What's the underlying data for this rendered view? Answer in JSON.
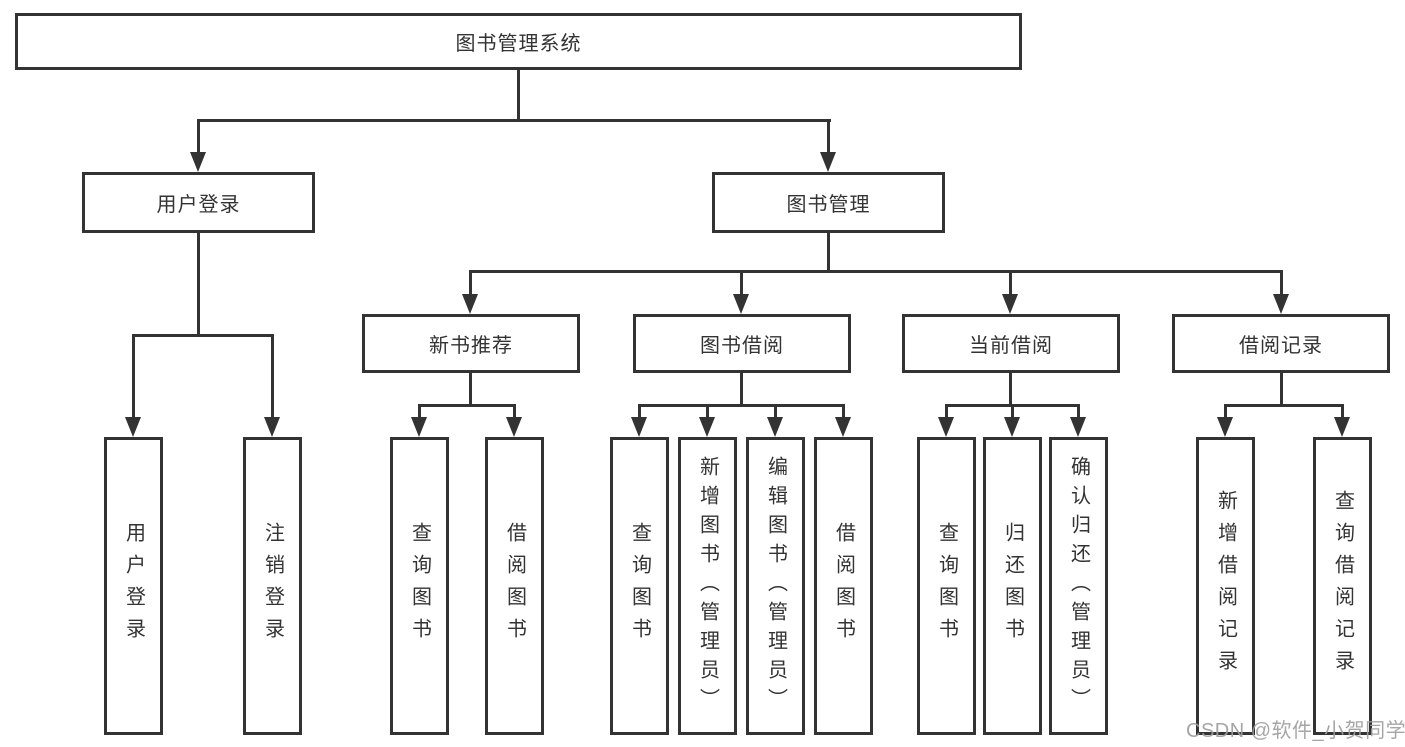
{
  "diagram_title": "图书管理系统",
  "tree": {
    "label": "图书管理系统",
    "children": [
      {
        "label": "用户登录",
        "children": [
          {
            "label": "用户登录"
          },
          {
            "label": "注销登录"
          }
        ]
      },
      {
        "label": "图书管理",
        "children": [
          {
            "label": "新书推荐",
            "children": [
              {
                "label": "查询图书"
              },
              {
                "label": "借阅图书"
              }
            ]
          },
          {
            "label": "图书借阅",
            "children": [
              {
                "label": "查询图书"
              },
              {
                "label": "新增图书（管理员）"
              },
              {
                "label": "编辑图书（管理员）"
              },
              {
                "label": "借阅图书"
              }
            ]
          },
          {
            "label": "当前借阅",
            "children": [
              {
                "label": "查询图书"
              },
              {
                "label": "归还图书"
              },
              {
                "label": "确认归还（管理员）"
              }
            ]
          },
          {
            "label": "借阅记录",
            "children": [
              {
                "label": "新增借阅记录"
              },
              {
                "label": "查询借阅记录"
              }
            ]
          }
        ]
      }
    ]
  },
  "watermark": {
    "text": "CSDN @软件_小贺同学"
  },
  "colors": {
    "line": "#333333",
    "text": "#333333",
    "background": "#ffffff",
    "watermark": "#9e9e9e"
  }
}
